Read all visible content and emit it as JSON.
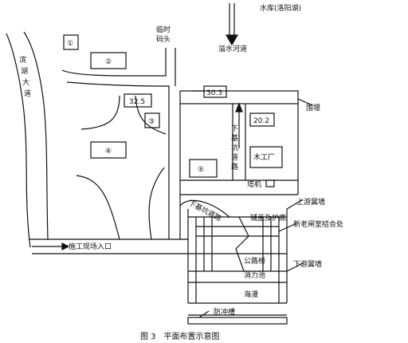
{
  "figure": {
    "caption": "图 3　平面布置示意图",
    "labels": {
      "reservoir": "水库(洛阳湖)",
      "spillway_channel": "溢水河道",
      "temp_wharf": "临时\n码头",
      "binhu_avenue": "滨湖大道",
      "elev_303": "30.3",
      "elev_325": "32.5",
      "elev_202": "20.2",
      "cofferdam": "围堰",
      "pit_road_vertical": "下基坑道路",
      "pit_road_bottom": "下基坑道路",
      "carpentry": "木工厂",
      "tower_crane": "塔机",
      "upstream_wingwall": "上游翼墙",
      "paving_apron": "铺盖及护底",
      "new_old_sluice_joint": "新老闸室结合处",
      "site_entrance": "施工现场入口",
      "highway_bridge": "公路桥",
      "downstream_wingwall": "下游翼墙",
      "stilling_basin": "消力池",
      "apron_haiman": "海漫",
      "scour_trench": "防冲槽",
      "zone1": "①",
      "zone2": "②",
      "zone3": "③",
      "zone4": "④",
      "zone5": "⑤"
    }
  }
}
